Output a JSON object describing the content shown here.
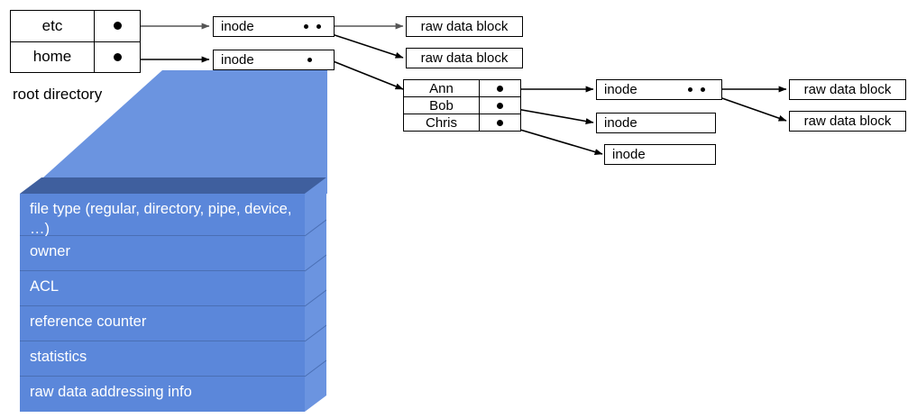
{
  "diagram": {
    "title": "unix-inode-filesystem-diagram",
    "colors": {
      "block_face": "#5b87da",
      "block_top": "#3f5f9e",
      "block_side": "#6b94e0",
      "block_divider": "#4a6fb4",
      "wedge": "#6b94e0",
      "line": "#000000",
      "box_fill": "#ffffff"
    }
  },
  "root_directory": {
    "caption": "root directory",
    "rows": [
      {
        "name": "etc",
        "pointer": "●"
      },
      {
        "name": "home",
        "pointer": "●"
      }
    ]
  },
  "home_directory": {
    "rows": [
      {
        "name": "Ann",
        "pointer": "●"
      },
      {
        "name": "Bob",
        "pointer": "●"
      },
      {
        "name": "Chris",
        "pointer": "●"
      }
    ]
  },
  "inodes": [
    {
      "id": "inode-etc",
      "label": "inode",
      "pointer_count": 2
    },
    {
      "id": "inode-home",
      "label": "inode",
      "pointer_count": 1
    },
    {
      "id": "inode-ann",
      "label": "inode",
      "pointer_count": 2
    },
    {
      "id": "inode-bob",
      "label": "inode",
      "pointer_count": 0
    },
    {
      "id": "inode-chris",
      "label": "inode",
      "pointer_count": 0
    }
  ],
  "raw_data_blocks": [
    {
      "id": "rdb-etc-1",
      "label": "raw data block"
    },
    {
      "id": "rdb-etc-2",
      "label": "raw data block"
    },
    {
      "id": "rdb-ann-1",
      "label": "raw data block"
    },
    {
      "id": "rdb-ann-2",
      "label": "raw data block"
    }
  ],
  "inode_detail": {
    "fields": [
      "file type (regular, directory, pipe, device, …)",
      "owner",
      "ACL",
      "reference counter",
      "statistics",
      "raw data addressing info"
    ]
  }
}
